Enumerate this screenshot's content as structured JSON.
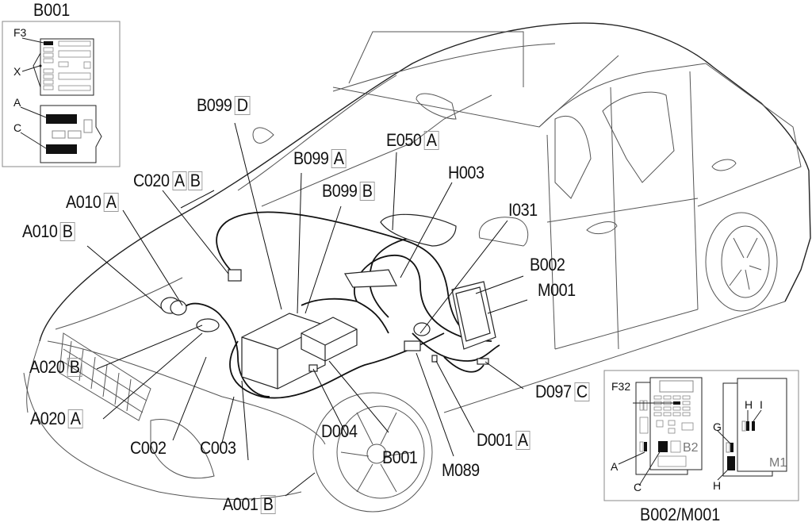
{
  "diagram": {
    "type": "vehicle component location diagram",
    "callouts": [
      {
        "id": "B099D",
        "code": "B099",
        "connector": "D"
      },
      {
        "id": "B099A",
        "code": "B099",
        "connector": "A"
      },
      {
        "id": "E050A",
        "code": "E050",
        "connector": "A"
      },
      {
        "id": "C020AB",
        "code": "C020",
        "connector": "A",
        "connector2": "B"
      },
      {
        "id": "B099B",
        "code": "B099",
        "connector": "B"
      },
      {
        "id": "H003",
        "code": "H003"
      },
      {
        "id": "A010A",
        "code": "A010",
        "connector": "A"
      },
      {
        "id": "I031",
        "code": "I031"
      },
      {
        "id": "A010B",
        "code": "A010",
        "connector": "B"
      },
      {
        "id": "B002",
        "code": "B002"
      },
      {
        "id": "M001",
        "code": "M001"
      },
      {
        "id": "A020B",
        "code": "A020",
        "connector": "B"
      },
      {
        "id": "D097C",
        "code": "D097",
        "connector": "C"
      },
      {
        "id": "A020A",
        "code": "A020",
        "connector": "A"
      },
      {
        "id": "D004",
        "code": "D004"
      },
      {
        "id": "D001A",
        "code": "D001",
        "connector": "A"
      },
      {
        "id": "C002",
        "code": "C002"
      },
      {
        "id": "C003",
        "code": "C003"
      },
      {
        "id": "B001",
        "code": "B001"
      },
      {
        "id": "M089",
        "code": "M089"
      },
      {
        "id": "A001B",
        "code": "A001",
        "connector": "B"
      }
    ],
    "inset_b001": {
      "title": "B001",
      "labels": {
        "f3": "F3",
        "x": "X",
        "a": "A",
        "c": "C"
      }
    },
    "inset_b002_m001": {
      "title": "B002/M001",
      "labels": {
        "f32": "F32",
        "a": "A",
        "c": "C",
        "b2": "B2",
        "g": "G",
        "h_top": "H",
        "i": "I",
        "h_bottom": "H",
        "m1": "M1"
      }
    }
  }
}
